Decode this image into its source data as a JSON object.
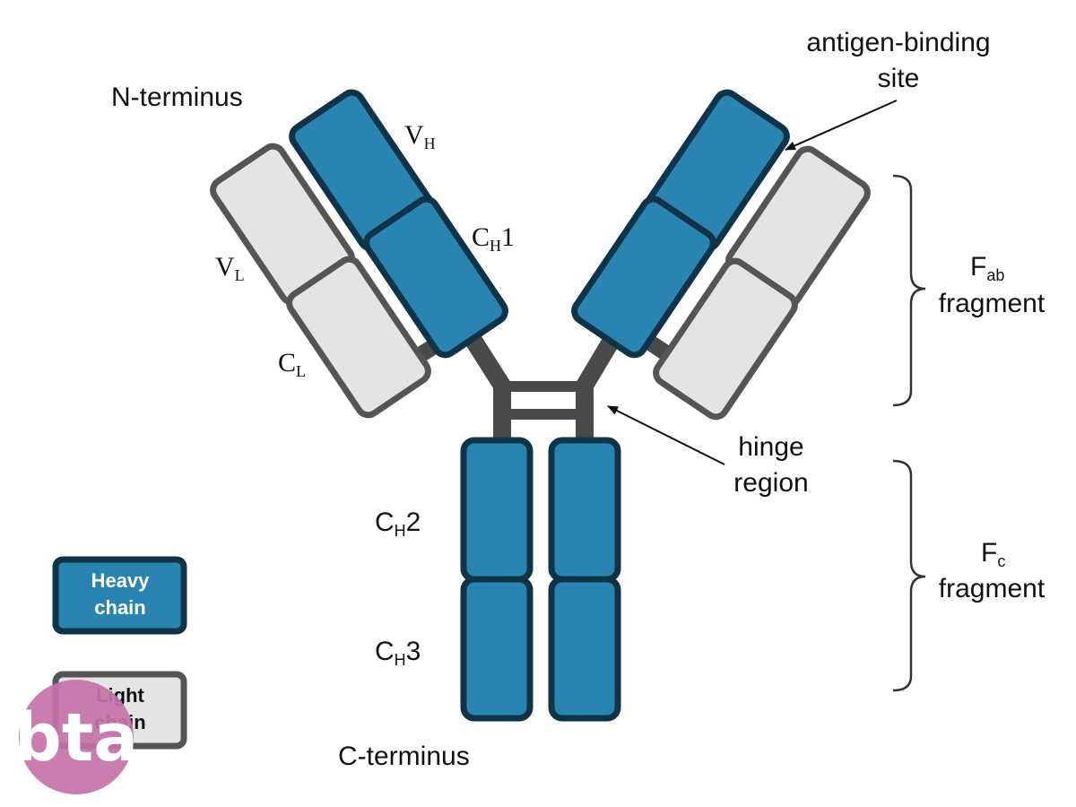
{
  "colors": {
    "heavy_chain": "#2a84b2",
    "heavy_chain_border": "#0f3448",
    "light_chain": "#e4e4e4",
    "light_chain_border": "#555555",
    "hinge": "#4a4a4a",
    "logo": "#c572a8"
  },
  "labels": {
    "n_terminus": "N-terminus",
    "c_terminus": "C-terminus",
    "vh_main": "V",
    "vh_sub": "H",
    "ch1_main": "C",
    "ch1_sub": "H",
    "ch1_num": "1",
    "vl_main": "V",
    "vl_sub": "L",
    "cl_main": "C",
    "cl_sub": "L",
    "ch2_main": "C",
    "ch2_sub": "H",
    "ch2_num": "2",
    "ch3_main": "C",
    "ch3_sub": "H",
    "ch3_num": "3",
    "antigen_line1": "antigen-binding",
    "antigen_line2": "site",
    "hinge_line1": "hinge",
    "hinge_line2": "region",
    "fab_main": "F",
    "fab_sub": "ab",
    "fab_line2": "fragment",
    "fc_main": "F",
    "fc_sub": "c",
    "fc_line2": "fragment"
  },
  "legend": {
    "heavy_line1": "Heavy",
    "heavy_line2": "chain",
    "light_line1": "Light",
    "light_line2": "chain"
  },
  "logo": {
    "text": "bta"
  }
}
